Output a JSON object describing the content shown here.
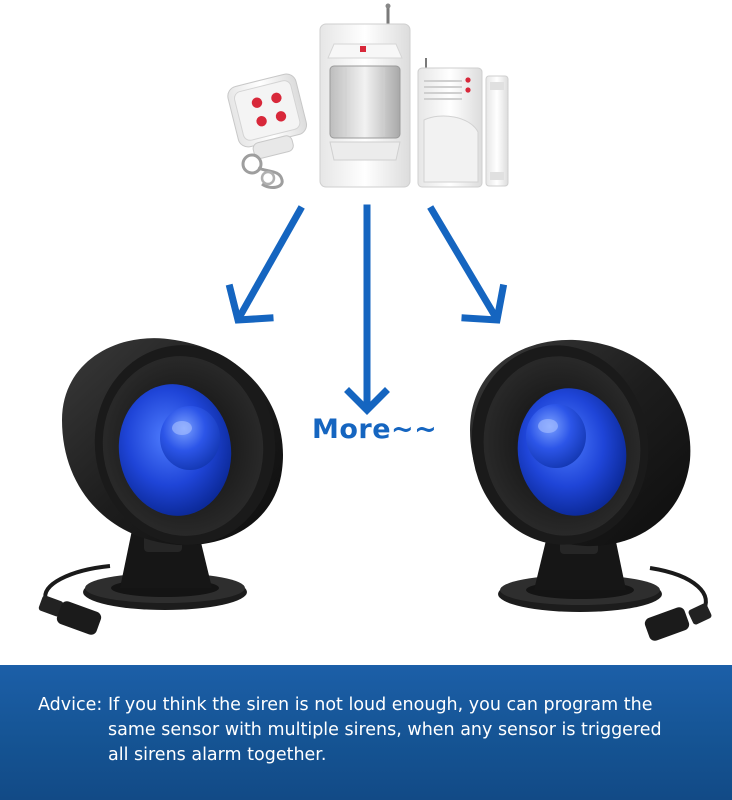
{
  "more_label": "More~~",
  "advice": {
    "label": "Advice:",
    "lines": [
      "If you think the siren is not loud enough, you can program the",
      "same sensor with multiple sirens, when any sensor is triggered",
      "all sirens alarm together."
    ]
  },
  "colors": {
    "arrow": "#1565c0",
    "panel": "#1a5aa0",
    "siren_lens": "#1f4fe0"
  }
}
